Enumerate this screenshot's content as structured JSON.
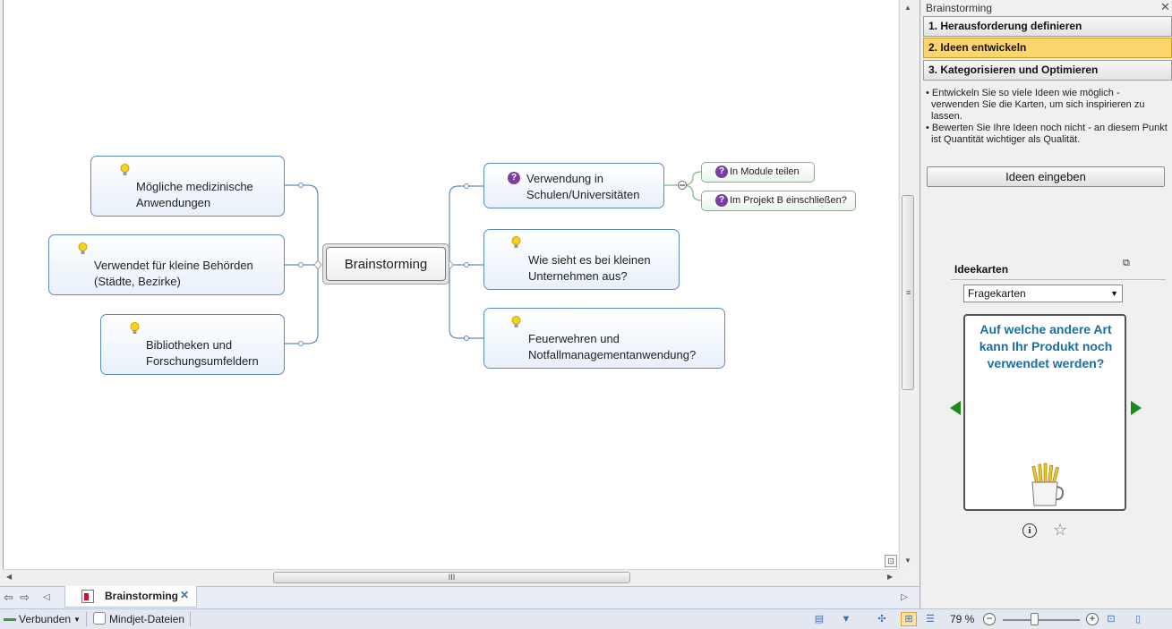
{
  "map": {
    "central": "Brainstorming",
    "left_topics": [
      {
        "line1": "Mögliche medizinische",
        "line2": "Anwendungen",
        "icon": "lightbulb-icon"
      },
      {
        "line1": "Verwendet für kleine Behörden",
        "line2": "(Städte, Bezirke)",
        "icon": "lightbulb-icon"
      },
      {
        "line1": "Bibliotheken und",
        "line2": "Forschungsumfeldern",
        "icon": "lightbulb-icon"
      }
    ],
    "right_topics": [
      {
        "line1": "Verwendung in",
        "line2": "Schulen/Universitäten",
        "icon": "question-icon"
      },
      {
        "line1": "Wie sieht es bei kleinen",
        "line2": "Unternehmen aus?",
        "icon": "lightbulb-icon"
      },
      {
        "line1": "Feuerwehren und",
        "line2": "Notfallmanagementanwendung?",
        "icon": "lightbulb-icon"
      }
    ],
    "subtopics": [
      "In Module teilen",
      "Im Projekt B einschließen?"
    ],
    "colors": {
      "topic_border": "#5b8bc2",
      "subtopic_border": "#79b980",
      "question_icon": "#7b3fa0"
    }
  },
  "tabs": {
    "document": "Brainstorming"
  },
  "status": {
    "connection": "Verbunden",
    "files": "Mindjet-Dateien",
    "zoom": "79 %",
    "zoom_level": 0.79
  },
  "panel": {
    "title": "Brainstorming",
    "steps": [
      {
        "label": "1. Herausforderung definieren",
        "active": false
      },
      {
        "label": "2. Ideen entwickeln",
        "active": true
      },
      {
        "label": "3. Kategorisieren und Optimieren",
        "active": false
      }
    ],
    "bullets": [
      "Entwickeln Sie so viele Ideen wie möglich - verwenden Sie die Karten, um sich inspirieren zu lassen.",
      "Bewerten Sie Ihre Ideen noch nicht - an diesem Punkt ist Quantität wichtiger als Qualität."
    ],
    "enter_button": "Ideen eingeben",
    "ideas_title": "Ideekarten",
    "deck": "Fragekarten",
    "card_question": "Auf welche andere Art kann Ihr Produkt noch verwendet werden?",
    "accent": "#fdd56d"
  }
}
